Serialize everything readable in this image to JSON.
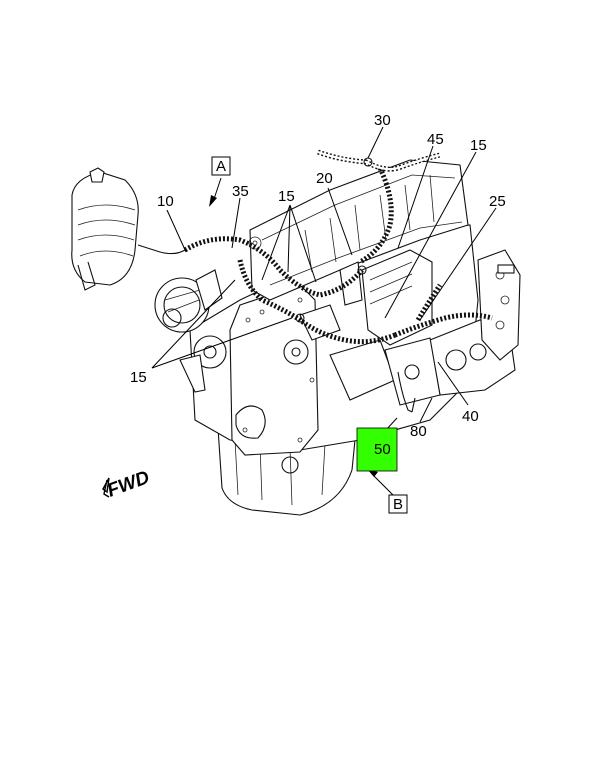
{
  "callouts": {
    "c30": "30",
    "c45": "45",
    "c15_top_right": "15",
    "c25": "25",
    "c20": "20",
    "c15_top_center": "15",
    "c35": "35",
    "c10": "10",
    "c15_left": "15",
    "c40": "40",
    "c80": "80",
    "c50": "50"
  },
  "view_labels": {
    "a": "A",
    "b": "B"
  },
  "direction_label": "FWD",
  "colors": {
    "highlight": "#33ff00",
    "line": "#111111"
  }
}
